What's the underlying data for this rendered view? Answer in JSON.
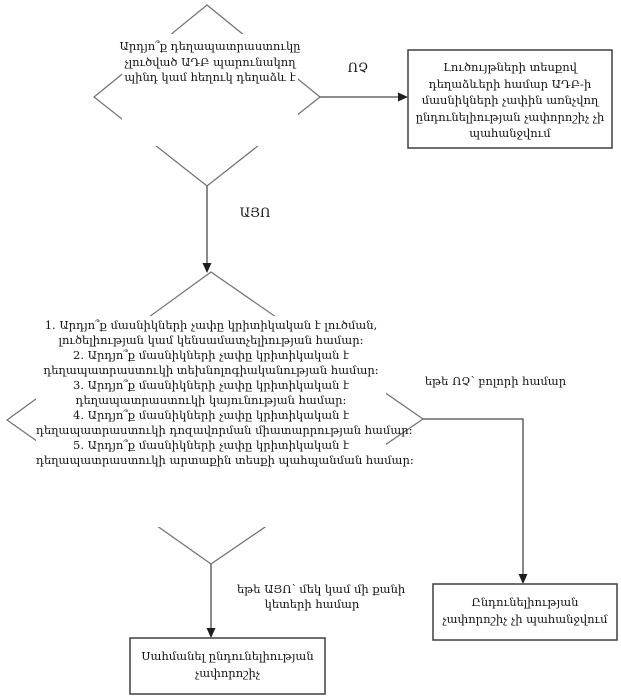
{
  "colors": {
    "diamond_stroke": "#6f6f6f",
    "box_stroke": "#3f3f3f",
    "arrow_stroke": "#4a4a4a",
    "text": "#141414",
    "background": "#ffffff"
  },
  "flowchart": {
    "decision_dosage_form": {
      "lines": [
        "Արդյո՞ք դեղապատրաստուկը",
        "չլուծված ԱԴԲ պարունակող",
        "պինդ կամ հեղուկ դեղաձև է"
      ]
    },
    "no_label": "ՈՉ",
    "yes_label": "ԱՅՈ",
    "solution_box": {
      "lines": [
        "Լուծույթների տեսքով",
        "դեղաձևերի համար ԱԴԲ-ի",
        "մասնիկների չափին առնչվող",
        "ընդունելիության չափորոշիչ չի",
        "պահանջվում"
      ]
    },
    "criticality_decision": {
      "lines": [
        "1. Արդյո՞ք մասնիկների չափը կրիտիկական է լուծման,",
        "լուծելիության կամ կենսամատչելիության համար։",
        "2. Արդյո՞ք մասնիկների չափը կրիտիկական է",
        "դեղապատրաստուկի տեխնոլոգիականության համար։",
        "3. Արդյո՞ք մասնիկների չափը կրիտիկական է",
        "դեղապատրաստուկի կայունության համար։",
        "4. Արդյո՞ք մասնիկների չափը կրիտիկական է",
        "դեղապատրաստուկի դոզավորման միատարրության համար։",
        "5. Արդյո՞ք մասնիկների չափը կրիտիկական է",
        "դեղապատրաստուկի արտաքին տեսքի պահպանման համար։"
      ]
    },
    "if_no_for_all_label": "եթե ՈՉ՝ բոլորի համար",
    "if_yes_label": {
      "lines": [
        "եթե ԱՅՈ՝ մեկ կամ մի քանի",
        "կետերի համար"
      ]
    },
    "no_criterion_box": {
      "lines": [
        "Ընդունելիության",
        "չափորոշիչ չի պահանջվում"
      ]
    },
    "set_criterion_box": {
      "lines": [
        "Սահմանել ընդունելիության",
        "չափորոշիչ"
      ]
    }
  }
}
